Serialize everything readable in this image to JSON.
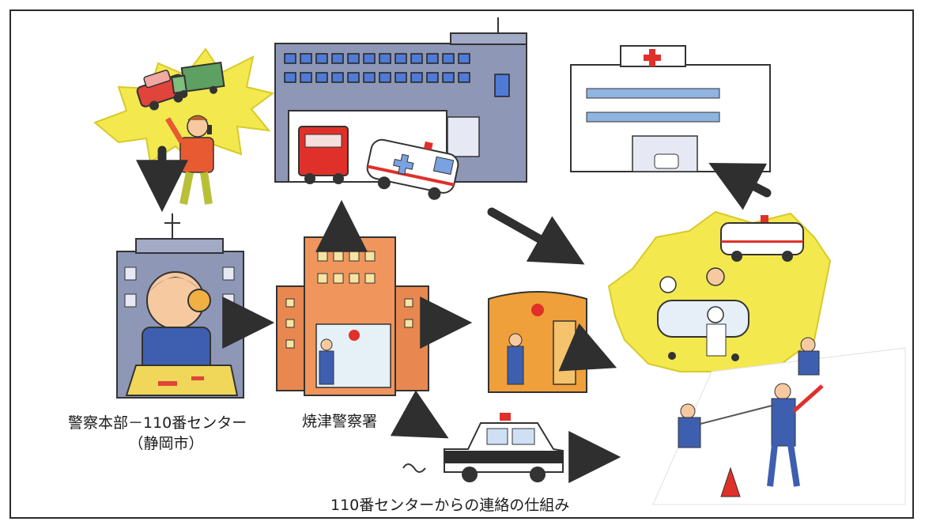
{
  "labels": {
    "hq_line1": "警察本部－110番センター",
    "hq_line2": "（静岡市）",
    "station": "焼津警察署",
    "caption": "110番センターからの連絡の仕組み"
  },
  "colors": {
    "yellow": "#f3e94f",
    "arrow": "#2f2f2f",
    "building_gray": "#8e97b6",
    "station_orange": "#e88850",
    "koban_orange": "#f0a03a",
    "police_blue": "#3e5fb0",
    "red_cross": "#e0302a"
  }
}
